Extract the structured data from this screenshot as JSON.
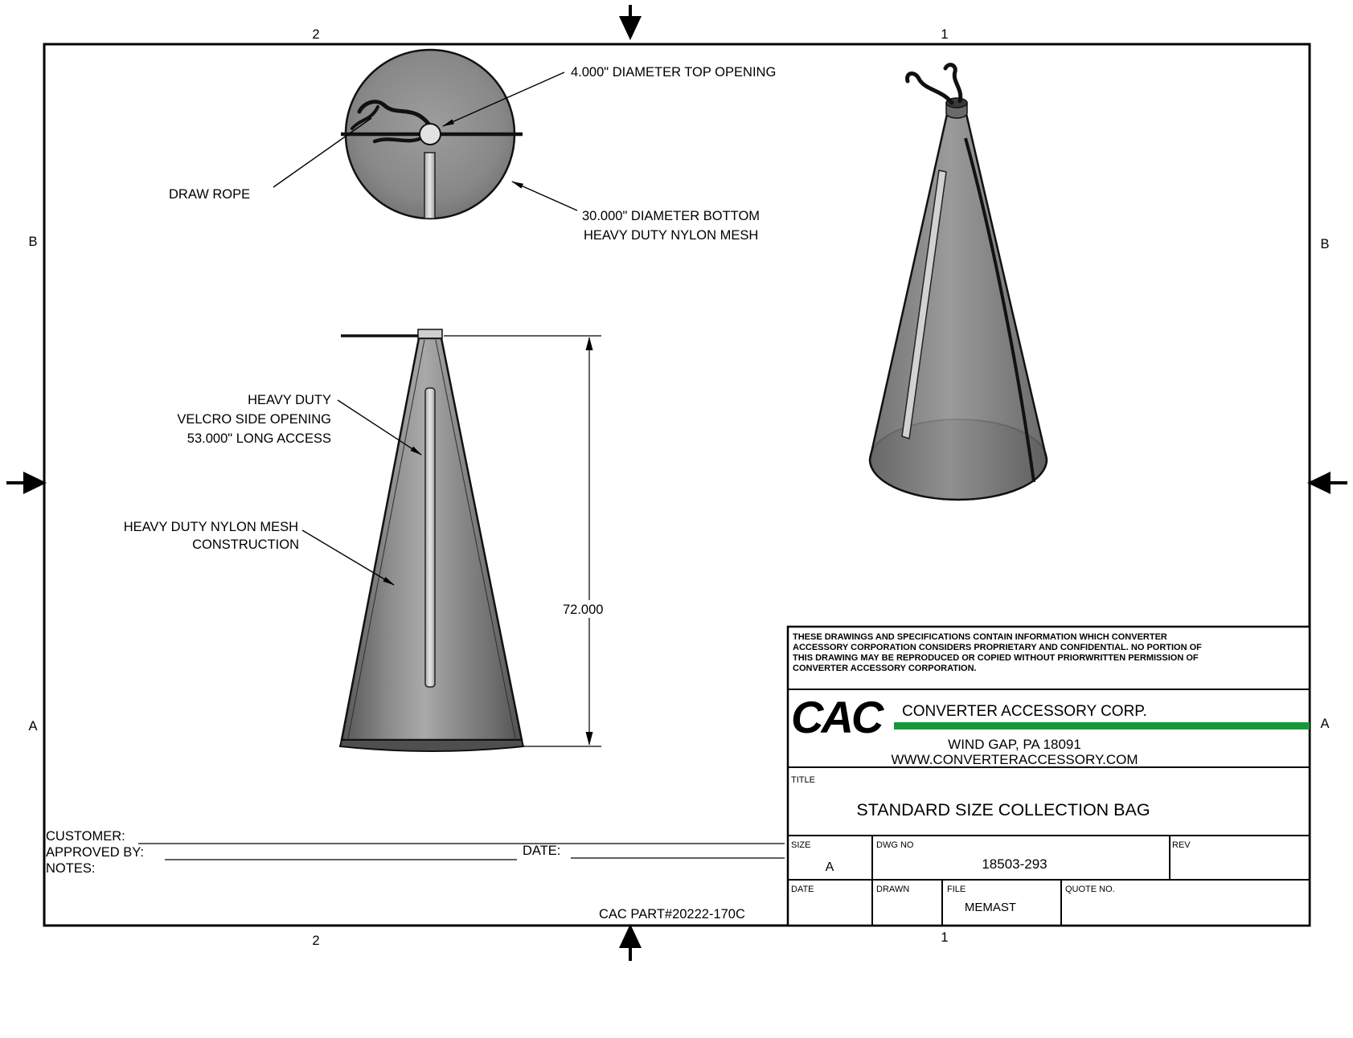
{
  "zones": {
    "col2": "2",
    "col1": "1",
    "rowB": "B",
    "rowA": "A"
  },
  "top_view": {
    "label_top_opening": "4.000\" DIAMETER TOP OPENING",
    "label_draw_rope": "DRAW ROPE",
    "label_bottom_1": "30.000\" DIAMETER BOTTOM",
    "label_bottom_2": "HEAVY DUTY NYLON MESH"
  },
  "front_view": {
    "label_velcro_1": "HEAVY DUTY",
    "label_velcro_2": "VELCRO SIDE OPENING",
    "label_velcro_3": "53.000\" LONG ACCESS",
    "label_mesh_1": "HEAVY DUTY  NYLON MESH",
    "label_mesh_2": "CONSTRUCTION",
    "dim_height": "72.000"
  },
  "footer": {
    "customer": "CUSTOMER:",
    "approved": "APPROVED BY:",
    "date": "DATE:",
    "notes": "NOTES:",
    "part_number": "CAC PART#20222-170C"
  },
  "title_block": {
    "proprietary_lines": [
      "THESE DRAWINGS AND SPECIFICATIONS CONTAIN INFORMATION WHICH CONVERTER",
      "ACCESSORY CORPORATION CONSIDERS PROPRIETARY AND CONFIDENTIAL.  NO PORTION OF",
      "THIS DRAWING MAY BE REPRODUCED OR COPIED WITHOUT PRIORWRITTEN PERMISSION OF",
      "CONVERTER ACCESSORY CORPORATION."
    ],
    "logo_text": "CAC",
    "company": "CONVERTER ACCESSORY CORP.",
    "address": "WIND GAP, PA 18091",
    "website": "WWW.CONVERTERACCESSORY.COM",
    "title_label": "TITLE",
    "title": "STANDARD SIZE COLLECTION BAG",
    "size_label": "SIZE",
    "size_value": "A",
    "dwg_label": "DWG NO",
    "dwg_value": "18503-293",
    "rev_label": "REV",
    "date_label": "DATE",
    "drawn_label": "DRAWN",
    "file_label": "FILE",
    "file_value": "MEMAST",
    "quote_label": "QUOTE NO."
  },
  "colors": {
    "logo_green": "#149a3a",
    "cone_gray": "#8a8a8a"
  }
}
